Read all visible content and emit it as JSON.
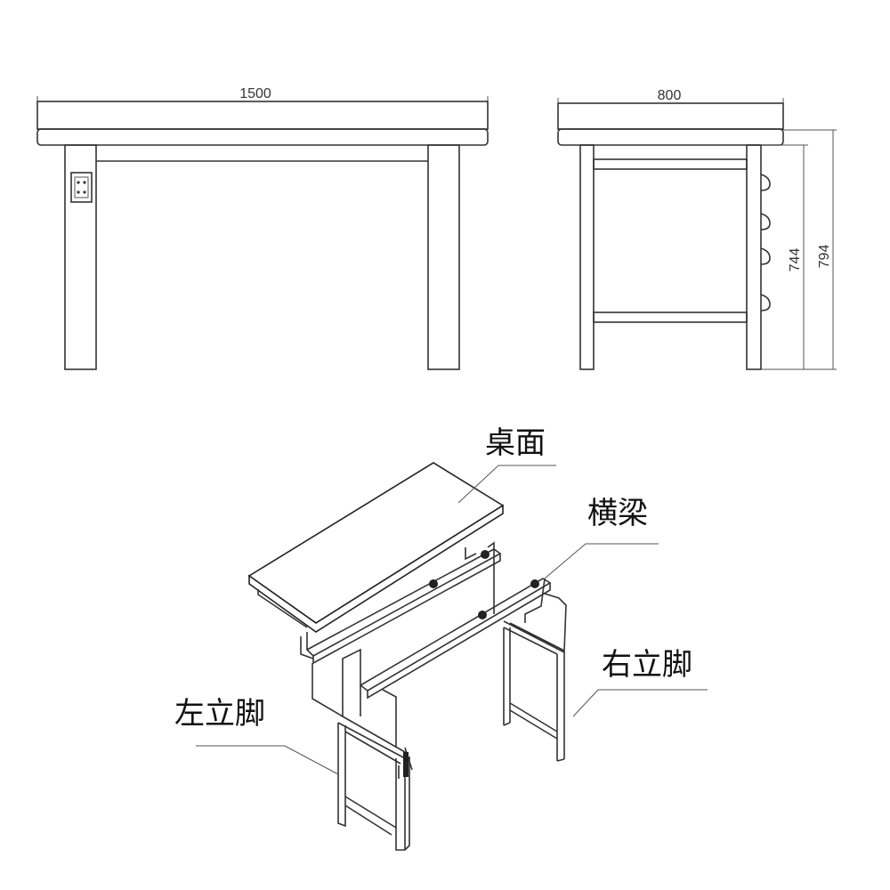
{
  "front_view": {
    "width_dim": "1500"
  },
  "side_view": {
    "depth_dim": "800",
    "leg_height_dim": "744",
    "total_height_dim": "794"
  },
  "exploded_view": {
    "labels": {
      "tabletop": "桌面",
      "crossbeam": "横梁",
      "right_leg": "右立脚",
      "left_leg": "左立脚"
    }
  }
}
